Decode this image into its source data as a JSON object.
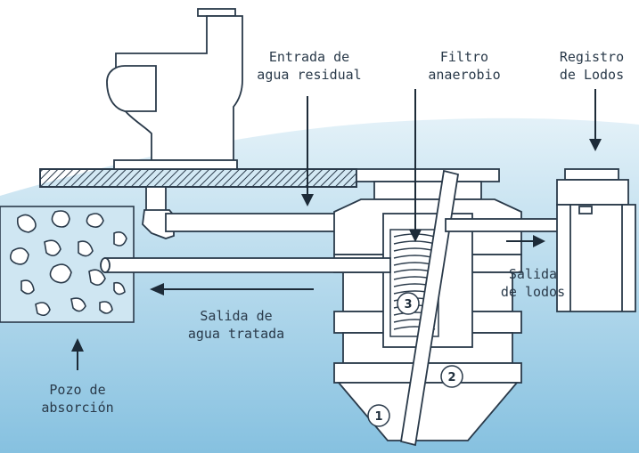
{
  "labels": {
    "inlet_line1": "Entrada de",
    "inlet_line2": "agua residual",
    "filter_line1": "Filtro",
    "filter_line2": "anaerobio",
    "registry_line1": "Registro",
    "registry_line2": "de Lodos",
    "sludge_out_line1": "Salida",
    "sludge_out_line2": "de lodos",
    "treated_line1": "Salida de",
    "treated_line2": "agua tratada",
    "well_line1": "Pozo de",
    "well_line2": "absorción"
  },
  "markers": [
    "1",
    "2",
    "3"
  ],
  "colors": {
    "ground_top": "#cfe6f2",
    "ground_bottom": "#8fc6e3",
    "line": "#2a3a4a",
    "fill": "#ffffff"
  }
}
